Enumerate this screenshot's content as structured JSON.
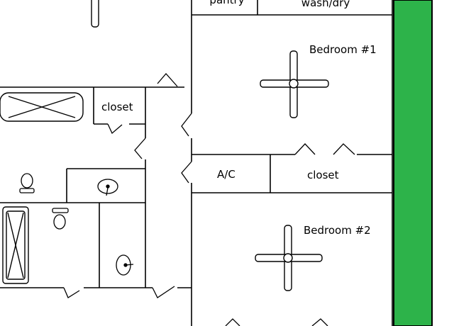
{
  "rooms": {
    "pantry": "pantry",
    "wash_dry": "wash/dry",
    "bedroom_1": "Bedroom #1",
    "closet_left": "closet",
    "ac": "A/C",
    "closet_mid": "closet",
    "bedroom_2": "Bedroom #2"
  },
  "colors": {
    "exterior_strip": "#2db34a",
    "walls": "#000000",
    "background": "#ffffff"
  }
}
